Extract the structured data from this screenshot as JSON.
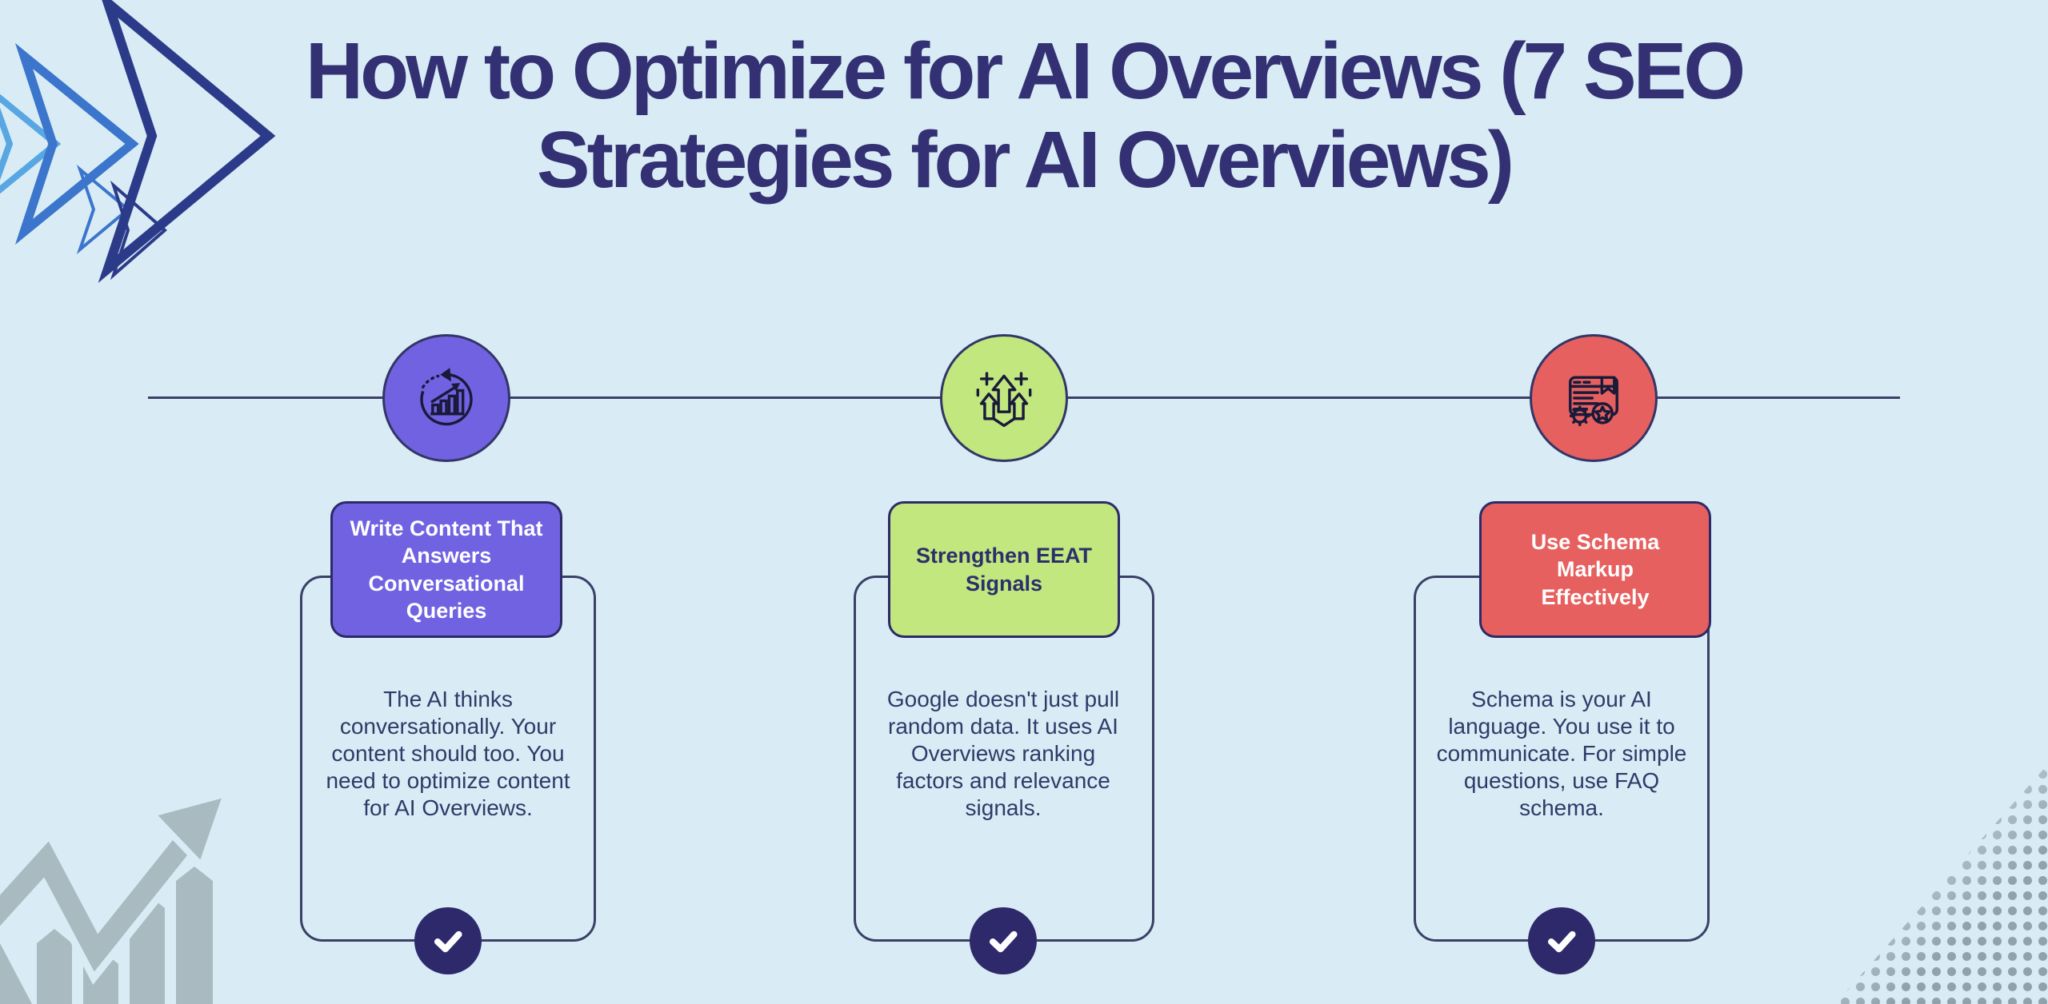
{
  "page": {
    "background": "#d9ecf5"
  },
  "title": {
    "text": "How to Optimize for AI Overviews (7 SEO\nStrategies for AI Overviews)",
    "color": "#333173"
  },
  "timeline": {
    "color": "#3a4066"
  },
  "decorations": {
    "chevron_colors": [
      "#58a7e3",
      "#3b76cc",
      "#2c3a8a"
    ],
    "growth_arrow_color": "#a9bac1",
    "dots_color": "#8fa3ad"
  },
  "steps": [
    {
      "icon": "growth-chart-icon",
      "accent": "#7062e1",
      "header_text_color": "#ffffff",
      "header": "Write Content That\nAnswers\nConversational\nQueries",
      "body": "The AI thinks\nconversationally. Your\ncontent should too. You\nneed to optimize content\nfor AI Overviews."
    },
    {
      "icon": "eeat-signals-icon",
      "accent": "#c1e77e",
      "header_text_color": "#2d2f6b",
      "header": "Strengthen EEAT\nSignals",
      "body": "Google doesn't just pull\nrandom data. It uses AI\nOverviews ranking\nfactors and relevance\nsignals."
    },
    {
      "icon": "schema-markup-icon",
      "accent": "#e6605f",
      "header_text_color": "#ffffff",
      "header": "Use Schema\nMarkup\nEffectively",
      "body": "Schema is your AI\nlanguage. You use it to\ncommunicate. For simple\nquestions, use FAQ\nschema."
    }
  ],
  "check": {
    "circle_color": "#2e296b",
    "mark_color": "#ffffff"
  }
}
